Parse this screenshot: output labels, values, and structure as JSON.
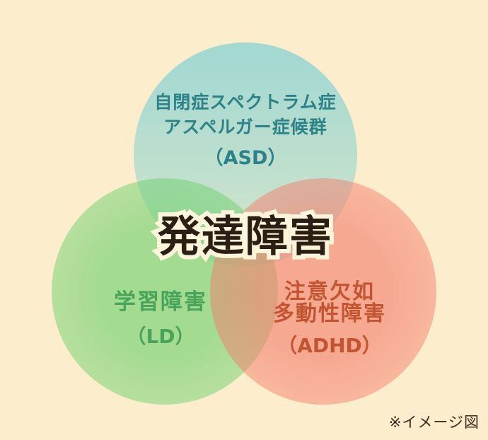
{
  "page": {
    "background_color": "#FCEECC",
    "note_text": "※イメージ図",
    "note_color": "#3E3020"
  },
  "title": {
    "text": "発達障害",
    "color": "#2A1F12",
    "outline_color": "#FDF4DC"
  },
  "circles": {
    "asd": {
      "line1": "自閉症スペクトラム症",
      "line2": "アスペルガー症候群",
      "abbr": "（ASD）",
      "fill_color": "#A9DBD3",
      "text_color": "#2D8287"
    },
    "ld": {
      "line1": "学習障害",
      "abbr": "（LD）",
      "fill_color": "#ABDE97",
      "text_color": "#48A35B"
    },
    "adhd": {
      "line1": "注意欠如",
      "line2": "多動性障害",
      "abbr": "（ADHD）",
      "fill_color": "#F7B39B",
      "text_color": "#C25431"
    }
  }
}
